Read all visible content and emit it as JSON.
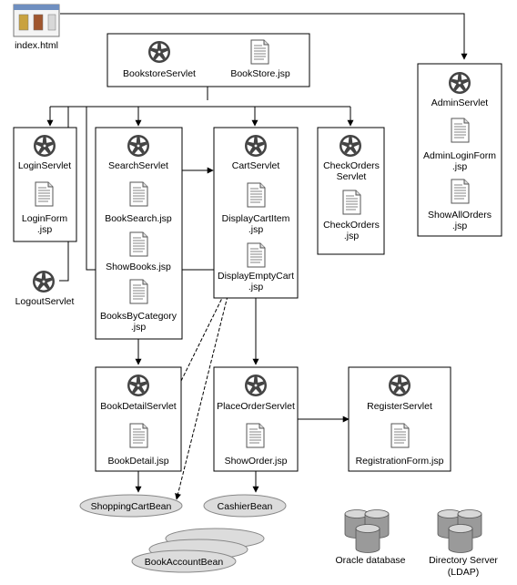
{
  "nodes": {
    "index": "index.html",
    "bookstore_servlet": "BookstoreServlet",
    "bookstore_jsp": "BookStore.jsp",
    "admin_servlet": "AdminServlet",
    "admin_login_form": [
      "AdminLoginForm",
      ".jsp"
    ],
    "show_all_orders": [
      "ShowAllOrders",
      ".jsp"
    ],
    "login_servlet": "LoginServlet",
    "login_form": [
      "LoginForm",
      ".jsp"
    ],
    "logout_servlet": "LogoutServlet",
    "search_servlet": "SearchServlet",
    "book_search": "BookSearch.jsp",
    "show_books": "ShowBooks.jsp",
    "books_by_category": [
      "BooksByCategory",
      ".jsp"
    ],
    "cart_servlet": "CartServlet",
    "display_cart_item": [
      "DisplayCartItem",
      ".jsp"
    ],
    "display_empty_cart": [
      "DisplayEmptyCart",
      ".jsp"
    ],
    "check_orders_servlet": [
      "CheckOrders",
      "Servlet"
    ],
    "check_orders_jsp": [
      "CheckOrders",
      ".jsp"
    ],
    "book_detail_servlet": "BookDetailServlet",
    "book_detail_jsp": "BookDetail.jsp",
    "place_order_servlet": "PlaceOrderServlet",
    "show_order": "ShowOrder.jsp",
    "register_servlet": "RegisterServlet",
    "registration_form": "RegistrationForm.jsp",
    "shopping_cart_bean": "ShoppingCartBean",
    "cashier_bean": "CashierBean",
    "book_account_bean": "BookAccountBean",
    "oracle": "Oracle database",
    "directory": [
      "Directory Server",
      "(LDAP)"
    ]
  },
  "icons": {
    "servlet": "gear-icon",
    "jsp": "document-icon",
    "html": "browser-page-icon",
    "database": "database-icon"
  },
  "colors": {
    "line": "#000000",
    "bean_fill": "#dcdcdc",
    "db_fill": "#9a9a9a"
  }
}
